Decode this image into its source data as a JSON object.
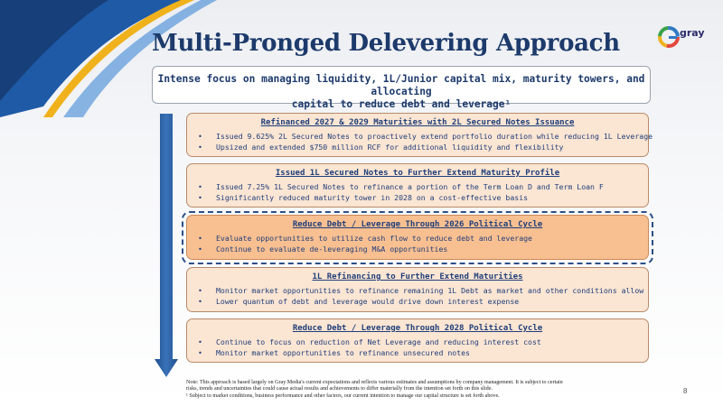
{
  "slide": {
    "title": "Multi-Pronged Delevering Approach",
    "logo_text": "gray",
    "subtitle_line1": "Intense focus on managing liquidity, 1L/Junior capital mix, maturity towers, and allocating",
    "subtitle_line2": "capital to reduce debt and leverage¹",
    "bullet_symbol": "•",
    "cards": [
      {
        "title": "Refinanced 2027 & 2029 Maturities with 2L Secured Notes Issuance",
        "bullets": [
          "Issued 9.625% 2L Secured Notes to proactively extend portfolio duration while reducing 1L Leverage",
          "Upsized and extended $750 million RCF for additional liquidity and flexibility"
        ]
      },
      {
        "title": "Issued 1L Secured Notes to Further Extend Maturity Profile",
        "bullets": [
          "Issued 7.25% 1L Secured Notes to refinance a portion of the Term Loan D and Term Loan F",
          "Significantly reduced maturity tower in 2028 on a cost-effective basis"
        ]
      },
      {
        "title": "Reduce Debt / Leverage Through 2026 Political Cycle",
        "bullets": [
          "Evaluate opportunities to utilize cash flow to reduce debt and leverage",
          "Continue to evaluate de-leveraging M&A opportunities"
        ]
      },
      {
        "title": "1L Refinancing to Further Extend Maturities",
        "bullets": [
          "Monitor market opportunities to refinance remaining 1L Debt as market and other conditions allow",
          "Lower quantum of debt and leverage would drive down interest expense"
        ]
      },
      {
        "title": "Reduce Debt / Leverage Through 2028 Political Cycle",
        "bullets": [
          "Continue to focus on reduction of Net Leverage and reducing interest cost",
          "Monitor market opportunities to refinance unsecured notes"
        ]
      }
    ],
    "note_line1": "Note: This approach is based largely on Gray Media's current expectations and reflects various estimates and assumptions by company management. It is subject to certain",
    "note_line2": "risks, trends and uncertainties that could cause actual results and achievements to differ materially from the intention set forth on this slide.",
    "note_line3": "¹ Subject to market conditions, business performance and other factors, our current intention to manage our capital structure is set forth above.",
    "page_number": "8",
    "colors": {
      "title": "#1d3a6b",
      "card_fill": "#fbe5d3",
      "card_highlight_fill": "#f8bf91",
      "arrow": "#2a5c9e",
      "swoosh_blue": "#1f5aa6",
      "swoosh_gold": "#f0b21c"
    }
  }
}
